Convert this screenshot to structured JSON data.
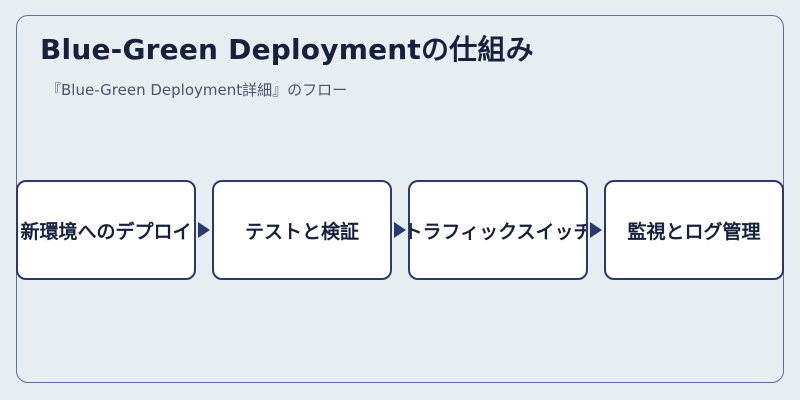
{
  "diagram": {
    "title": "Blue-Green Deploymentの仕組み",
    "subtitle": "『Blue-Green Deployment詳細』のフロー",
    "steps": [
      {
        "label": "新環境へのデプロイ"
      },
      {
        "label": "テストと検証"
      },
      {
        "label": "トラフィックスイッチ"
      },
      {
        "label": "監視とログ管理"
      }
    ],
    "colors": {
      "background": "#e8edf2",
      "border": "#2b3a6e",
      "frame": "#5b6aa8",
      "text": "#16213e",
      "box": "#ffffff"
    }
  }
}
